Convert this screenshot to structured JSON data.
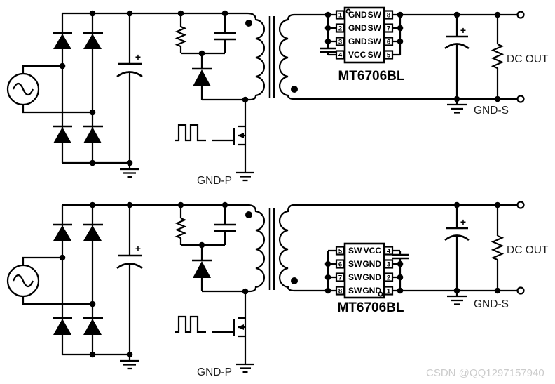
{
  "watermark": "CSDN @QQ1297157940",
  "shared": {
    "plus": "+"
  },
  "circuit_top": {
    "ic": {
      "name": "MT6706BL",
      "pins_left": [
        {
          "num": "1",
          "label": "GND"
        },
        {
          "num": "2",
          "label": "GND"
        },
        {
          "num": "3",
          "label": "GND"
        },
        {
          "num": "4",
          "label": "VCC"
        }
      ],
      "pins_right": [
        {
          "num": "8",
          "label": "SW"
        },
        {
          "num": "7",
          "label": "SW"
        },
        {
          "num": "6",
          "label": "SW"
        },
        {
          "num": "5",
          "label": "SW"
        }
      ]
    },
    "labels": {
      "gnd_p": "GND-P",
      "gnd_s": "GND-S",
      "dc_out": "DC OUT"
    }
  },
  "circuit_bottom": {
    "ic": {
      "name": "MT6706BL",
      "pins_left": [
        {
          "num": "5",
          "label": "SW"
        },
        {
          "num": "6",
          "label": "SW"
        },
        {
          "num": "7",
          "label": "SW"
        },
        {
          "num": "8",
          "label": "SW"
        }
      ],
      "pins_right": [
        {
          "num": "4",
          "label": "VCC"
        },
        {
          "num": "3",
          "label": "GND"
        },
        {
          "num": "2",
          "label": "GND"
        },
        {
          "num": "1",
          "label": "GND"
        }
      ]
    },
    "labels": {
      "gnd_p": "GND-P",
      "gnd_s": "GND-S",
      "dc_out": "DC OUT"
    }
  }
}
